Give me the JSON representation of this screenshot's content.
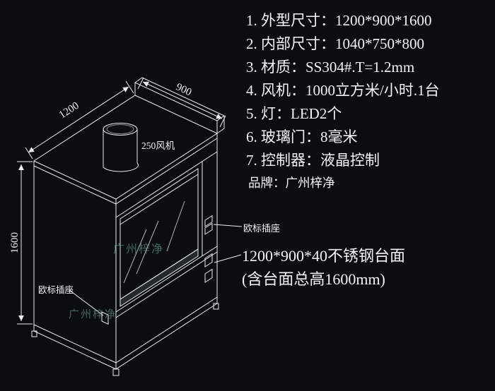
{
  "specs": {
    "lines": [
      "1. 外型尺寸：1200*900*1600",
      "2. 内部尺寸：1040*750*800",
      "3. 材质：SS304#.T=1.2mm",
      "4. 风机：1000立方米/小时.1台",
      "5. 灯：LED2个",
      "6. 玻璃门：8毫米",
      "7. 控制器：液晶控制"
    ],
    "brand": "品牌：广州梓净"
  },
  "worktop_note": {
    "line1": "1200*900*40不锈钢台面",
    "line2": "(含台面总高1600mm)"
  },
  "drawing": {
    "dim_width": "1200",
    "dim_depth": "900",
    "dim_height": "1600",
    "fan_label": "250风机",
    "socket_label_right": "欧标插座",
    "socket_label_left": "欧标插座",
    "watermark_1": "广州梓净",
    "watermark_2": "广州梓净"
  },
  "colors": {
    "background": "#0a0e13",
    "line": "#e9edf2",
    "text": "#f2f4f6",
    "watermark": "#7fa89e"
  }
}
